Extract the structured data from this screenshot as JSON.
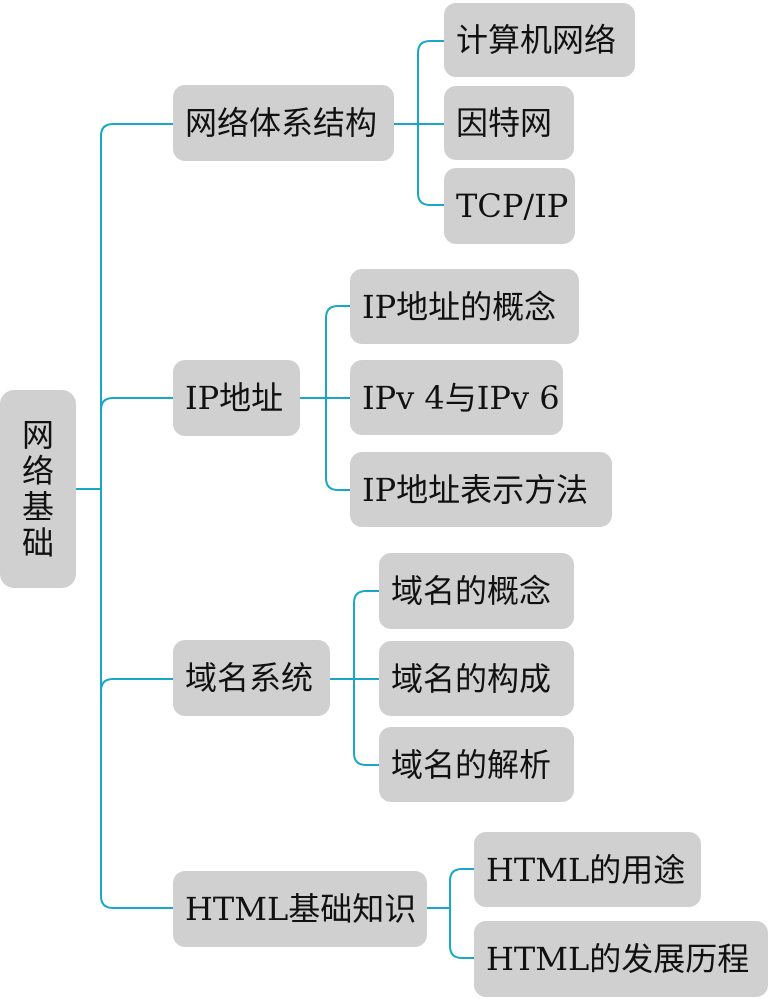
{
  "root": {
    "label": "网络基础"
  },
  "branches": [
    {
      "label": "网络体系结构",
      "children": [
        "计算机网络",
        "因特网",
        "TCP/IP"
      ]
    },
    {
      "label": "IP地址",
      "children": [
        "IP地址的概念",
        "IPv 4与IPv 6",
        "IP地址表示方法"
      ]
    },
    {
      "label": "域名系统",
      "children": [
        "域名的概念",
        "域名的构成",
        "域名的解析"
      ]
    },
    {
      "label": "HTML基础知识",
      "children": [
        "HTML的用途",
        "HTML的发展历程"
      ]
    }
  ],
  "colors": {
    "node_fill": "#d0d0d0",
    "connector": "#1aa7c7",
    "text": "#111111"
  }
}
